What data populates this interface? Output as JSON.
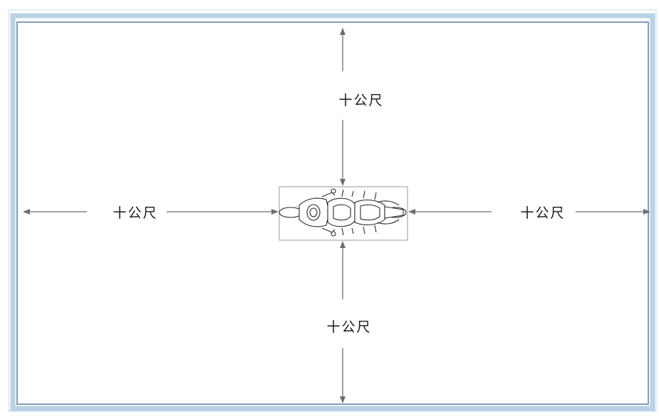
{
  "diagram": {
    "labels": {
      "top": "十公尺",
      "bottom": "十公尺",
      "left": "十公尺",
      "right": "十公尺"
    },
    "colors": {
      "frame_outer": "#b9d3e4",
      "frame_inner": "#7f9fb8",
      "arrow": "#6e6e6e",
      "vehicle_box": "#9a9a9a"
    },
    "vehicle_icon": "motorcycle-top-view-icon"
  }
}
